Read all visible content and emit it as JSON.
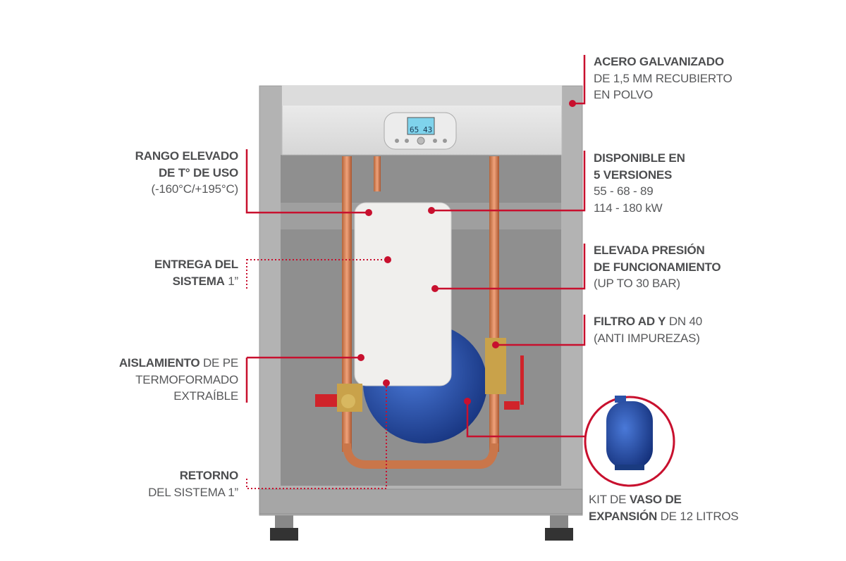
{
  "colors": {
    "accent": "#c8102e",
    "text": "#58595b"
  },
  "display": {
    "left_value": "65",
    "right_value": "43"
  },
  "labels": {
    "rango": {
      "l1": "RANGO ELEVADO",
      "l2": "DE T° DE USO",
      "l3": "(-160°C/+195°C)"
    },
    "entrega": {
      "l1": "ENTREGA DEL",
      "l2_bold": "SISTEMA",
      "l2_rest": " 1”"
    },
    "aislamiento": {
      "l1_bold": "AISLAMIENTO",
      "l1_rest": " DE PE",
      "l2": "TERMOFORMADO",
      "l3": "EXTRAÍBLE"
    },
    "retorno": {
      "l1": "RETORNO",
      "l2": "DEL SISTEMA 1”"
    },
    "acero": {
      "l1": "ACERO GALVANIZADO",
      "l2": "DE 1,5 MM RECUBIERTO",
      "l3": "EN POLVO"
    },
    "disponible": {
      "l1": "DISPONIBLE EN",
      "l2": "5 VERSIONES",
      "l3": "55 - 68 - 89",
      "l4": "114 - 180 kW"
    },
    "presion": {
      "l1": "ELEVADA PRESIÓN",
      "l2": "DE FUNCIONAMIENTO",
      "l3": "(UP TO 30 BAR)"
    },
    "filtro": {
      "l1_bold": "FILTRO AD Y",
      "l1_rest": " DN 40",
      "l2": "(ANTI IMPUREZAS)"
    },
    "kit": {
      "l1_pre": "KIT DE ",
      "l1_bold": "VASO DE",
      "l2_bold": "EXPANSIÓN",
      "l2_rest": " DE 12 LITROS"
    }
  }
}
